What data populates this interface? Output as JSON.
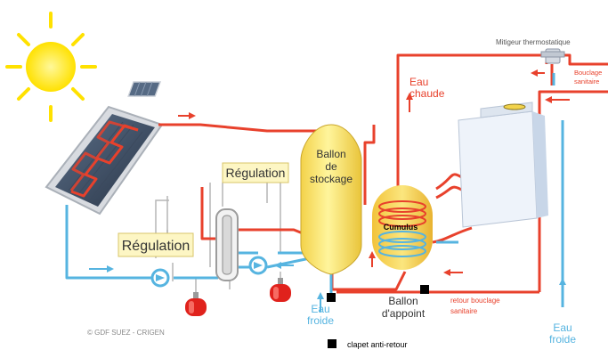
{
  "labels": {
    "regulation_left": "Régulation",
    "regulation_top": "Régulation",
    "ballon_stockage_1": "Ballon",
    "ballon_stockage_2": "de",
    "ballon_stockage_3": "stockage",
    "cumulus": "Cumulus",
    "ballon_appoint_1": "Ballon",
    "ballon_appoint_2": "d'appoint",
    "eau_chaude_1": "Eau",
    "eau_chaude_2": "chaude",
    "eau_froide_left_1": "Eau",
    "eau_froide_left_2": "froide",
    "eau_froide_right_1": "Eau",
    "eau_froide_right_2": "froide",
    "mitigeur": "Mitigeur thermostatique",
    "bouclage_1": "Bouclage",
    "bouclage_2": "sanitaire",
    "retour_bouclage_1": "retour bouclage",
    "retour_bouclage_2": "sanitaire",
    "copyright": "© GDF SUEZ - CRIGEN",
    "legend_clapet": "clapet anti-retour"
  },
  "colors": {
    "hot": "#e8412c",
    "cold": "#56b4e0",
    "tank": "#fbe77a",
    "label_box": "#fdf6c4",
    "sun": "#ffe100",
    "marker": "#000000"
  }
}
